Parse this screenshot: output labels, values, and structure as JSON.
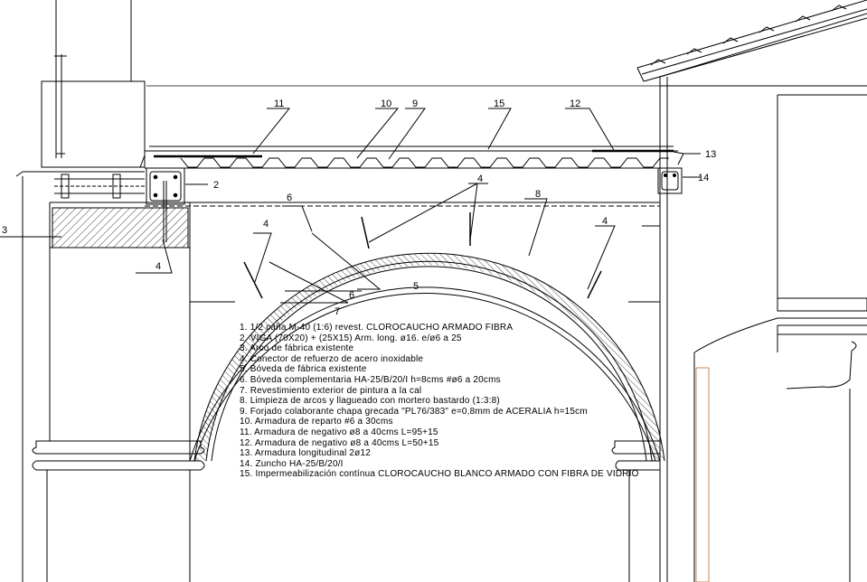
{
  "callouts": [
    {
      "id": "c11",
      "label": "11"
    },
    {
      "id": "c10",
      "label": "10"
    },
    {
      "id": "c9",
      "label": "9"
    },
    {
      "id": "c15",
      "label": "15"
    },
    {
      "id": "c12",
      "label": "12"
    },
    {
      "id": "c13",
      "label": "13"
    },
    {
      "id": "c14",
      "label": "14"
    },
    {
      "id": "c2",
      "label": "2"
    },
    {
      "id": "c3",
      "label": "3"
    },
    {
      "id": "c4a",
      "label": "4"
    },
    {
      "id": "c6a",
      "label": "6"
    },
    {
      "id": "c4b",
      "label": "4"
    },
    {
      "id": "c8",
      "label": "8"
    },
    {
      "id": "c4c",
      "label": "4"
    },
    {
      "id": "c4d",
      "label": "4"
    },
    {
      "id": "c7",
      "label": "7"
    },
    {
      "id": "c6b",
      "label": "6"
    },
    {
      "id": "c5",
      "label": "5"
    }
  ],
  "legend": [
    "1. 1/2 caña M-40 (1:6) revest. CLOROCAUCHO ARMADO FIBRA",
    "2. VIGA (70X20) + (25X15) Arm. long. ø16. e/ø6 a 25",
    "3. Arco de fábrica existente",
    "4. Conector de refuerzo de acero inoxidable",
    "5. Bóveda de fábrica existente",
    "6. Bóveda complementaria HA-25/B/20/I h=8cms #ø6 a 20cms",
    "7. Revestimiento exterior de pintura a la cal",
    "8. Limpieza de arcos y llagueado con mortero bastardo (1:3:8)",
    "9. Forjado colaborante chapa grecada \"PL76/383\" e=0,8mm de ACERALIA h=15cm",
    "10. Armadura de reparto #6 a 30cms",
    "11. Armadura de negativo ø8 a 40cms L=95+15",
    "12. Armadura de negativo ø8 a 40cms L=50+15",
    "13. Armadura longitudinal 2ø12",
    "14. Zuncho HA-25/B/20/I",
    "15. Impermeabilización contínua CLOROCAUCHO BLANCO ARMADO CON FIBRA DE VIDRIO"
  ]
}
